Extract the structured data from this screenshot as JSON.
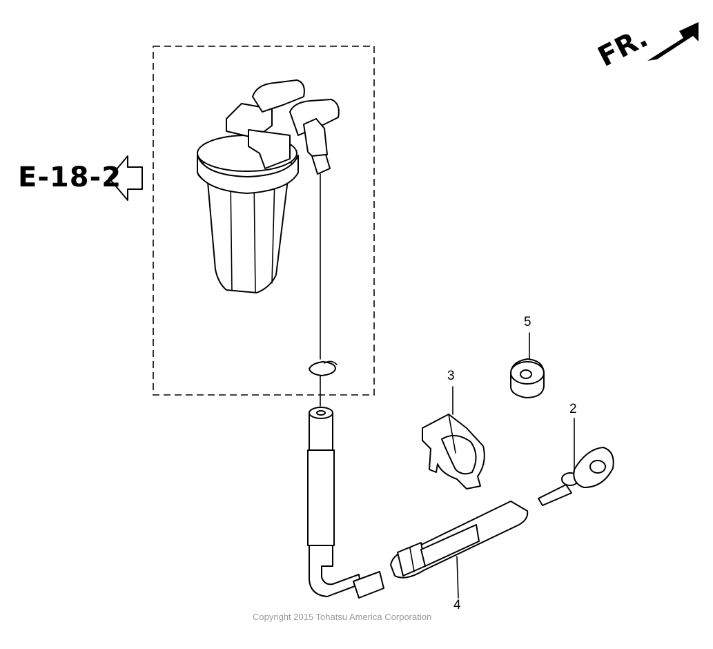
{
  "reference_label": "E-18-2",
  "front_label": "FR.",
  "callouts": {
    "part_2": "2",
    "part_3": "3",
    "part_4": "4",
    "part_5": "5"
  },
  "copyright": "Copyright 2015 Tohatsu America Corporation"
}
